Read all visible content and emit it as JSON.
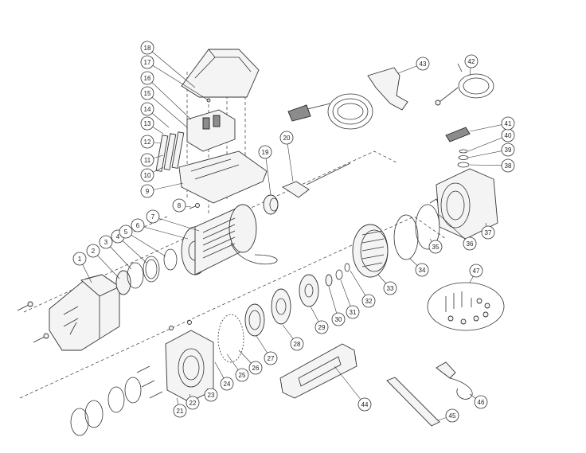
{
  "diagram": {
    "callouts": [
      {
        "id": "1",
        "label": "1"
      },
      {
        "id": "2",
        "label": "2"
      },
      {
        "id": "3",
        "label": "3"
      },
      {
        "id": "4",
        "label": "4"
      },
      {
        "id": "5",
        "label": "5"
      },
      {
        "id": "6",
        "label": "6"
      },
      {
        "id": "7",
        "label": "7"
      },
      {
        "id": "8",
        "label": "8"
      },
      {
        "id": "9",
        "label": "9"
      },
      {
        "id": "10",
        "label": "10"
      },
      {
        "id": "11",
        "label": "11"
      },
      {
        "id": "12",
        "label": "12"
      },
      {
        "id": "13",
        "label": "13"
      },
      {
        "id": "14",
        "label": "14"
      },
      {
        "id": "15",
        "label": "15"
      },
      {
        "id": "16",
        "label": "16"
      },
      {
        "id": "17",
        "label": "17"
      },
      {
        "id": "18",
        "label": "18"
      },
      {
        "id": "19",
        "label": "19"
      },
      {
        "id": "20",
        "label": "20"
      },
      {
        "id": "21",
        "label": "21"
      },
      {
        "id": "22",
        "label": "22"
      },
      {
        "id": "23",
        "label": "23"
      },
      {
        "id": "24",
        "label": "24"
      },
      {
        "id": "25",
        "label": "25"
      },
      {
        "id": "26",
        "label": "26"
      },
      {
        "id": "27",
        "label": "27"
      },
      {
        "id": "28",
        "label": "28"
      },
      {
        "id": "29",
        "label": "29"
      },
      {
        "id": "30",
        "label": "30"
      },
      {
        "id": "31",
        "label": "31"
      },
      {
        "id": "32",
        "label": "32"
      },
      {
        "id": "33",
        "label": "33"
      },
      {
        "id": "34",
        "label": "34"
      },
      {
        "id": "35",
        "label": "35"
      },
      {
        "id": "36",
        "label": "36"
      },
      {
        "id": "37",
        "label": "37"
      },
      {
        "id": "38",
        "label": "38"
      },
      {
        "id": "39",
        "label": "39"
      },
      {
        "id": "40",
        "label": "40"
      },
      {
        "id": "41",
        "label": "41"
      },
      {
        "id": "42",
        "label": "42"
      },
      {
        "id": "43",
        "label": "43"
      },
      {
        "id": "44",
        "label": "44"
      },
      {
        "id": "45",
        "label": "45"
      },
      {
        "id": "46",
        "label": "46"
      },
      {
        "id": "47",
        "label": "47"
      }
    ]
  }
}
